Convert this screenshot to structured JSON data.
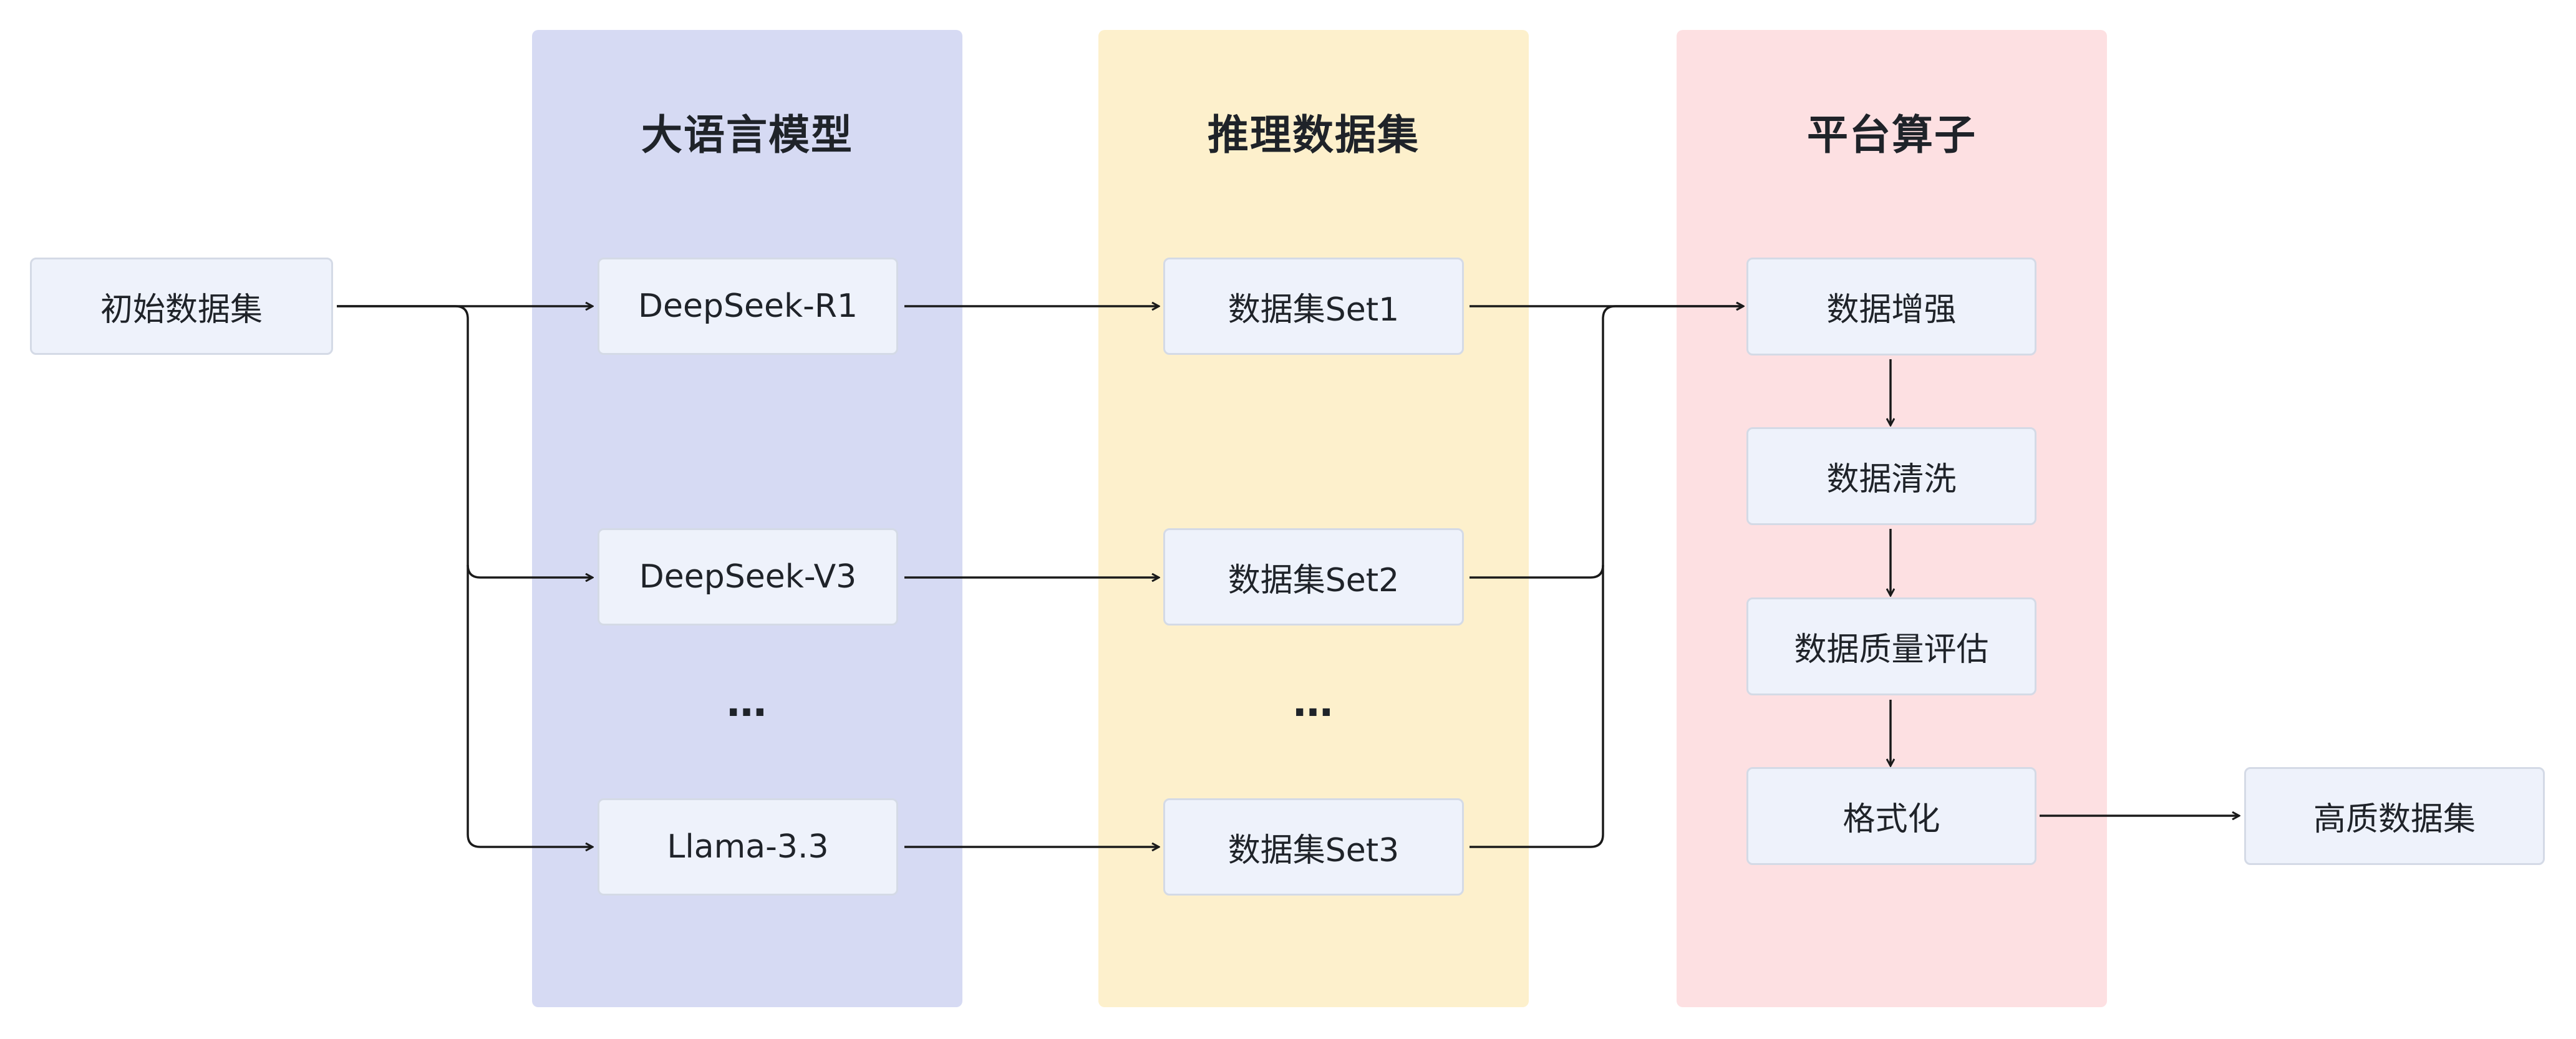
{
  "panels": {
    "llm_title": "大语言模型",
    "datasets_title": "推理数据集",
    "operators_title": "平台算子"
  },
  "nodes": {
    "initial_dataset": "初始数据集",
    "deepseek_r1": "DeepSeek-R1",
    "deepseek_v3": "DeepSeek-V3",
    "llama": "Llama-3.3",
    "set1": "数据集Set1",
    "set2": "数据集Set2",
    "set3": "数据集Set3",
    "augment": "数据增强",
    "clean": "数据清洗",
    "quality_eval": "数据质量评估",
    "format": "格式化",
    "high_quality_dataset": "高质数据集"
  },
  "ellipsis": "…",
  "colors": {
    "llm_panel": "#d6daf3",
    "dataset_panel": "#fdf0cc",
    "operator_panel": "#fde0e2",
    "node_fill": "#eef2fb",
    "node_border": "#d4dae6",
    "edge": "#1a1a1a"
  }
}
